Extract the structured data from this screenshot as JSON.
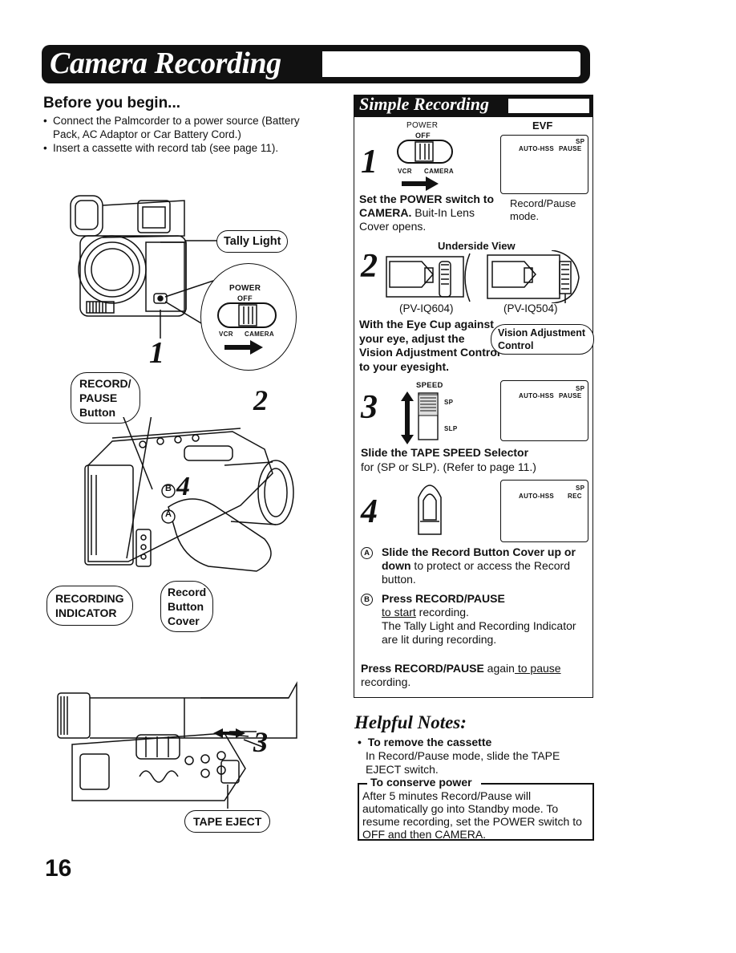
{
  "page": {
    "title": "Camera Recording",
    "number": "16"
  },
  "before": {
    "heading": "Before you begin...",
    "bullets": [
      "Connect the Palmcorder to a power source (Battery Pack, AC Adaptor or Car Battery Cord.)",
      "Insert a cassette with record tab (see page 11)."
    ]
  },
  "figure_top": {
    "tally_light": "Tally Light",
    "power": "POWER",
    "off": "OFF",
    "vcr": "VCR",
    "camera": "CAMERA",
    "step": "1"
  },
  "figure_mid": {
    "record_pause": [
      "RECORD/",
      "PAUSE",
      "Button"
    ],
    "step2": "2",
    "step4": "4",
    "label_b": "B",
    "label_a": "A",
    "recording_indicator": [
      "RECORDING",
      "INDICATOR"
    ],
    "record_cover": [
      "Record",
      "Button",
      "Cover"
    ]
  },
  "figure_bottom": {
    "tape_eject": "TAPE EJECT",
    "step3": "3"
  },
  "simple": {
    "title": "Simple Recording",
    "step1": {
      "num": "1",
      "power": "POWER",
      "off": "OFF",
      "vcr": "VCR",
      "camera": "CAMERA",
      "evf": "EVF",
      "evf_sp": "SP",
      "evf_auto": "AUTO-HSS",
      "evf_mode": "PAUSE",
      "instr_bold": "Set the POWER switch to CAMERA.",
      "instr_rest": " Buit-In Lens Cover opens.",
      "caption": "Record/Pause mode."
    },
    "step2": {
      "num": "2",
      "underside": "Underside View",
      "model_a": "(PV-IQ604)",
      "model_b": "(PV-IQ504)",
      "instr": "With the Eye Cup against your eye, adjust the Vision Adjustment Control to your eyesight.",
      "callout": [
        "Vision Adjustment",
        "Control"
      ]
    },
    "step3": {
      "num": "3",
      "speed": "SPEED",
      "sp": "SP",
      "slp": "SLP",
      "evf_sp": "SP",
      "evf_auto": "AUTO-HSS",
      "evf_mode": "PAUSE",
      "instr_bold": "Slide the TAPE SPEED Selector",
      "instr_rest": "for (SP or SLP). (Refer to page 11.)"
    },
    "step4": {
      "num": "4",
      "evf_sp": "SP",
      "evf_auto": "AUTO-HSS",
      "evf_mode": "REC",
      "a_letter": "A",
      "a_bold": "Slide the Record Button Cover up or down",
      "a_rest": " to protect or access the Record button.",
      "b_letter": "B",
      "b_bold": "Press RECORD/PAUSE",
      "b_underline": "to start",
      "b_rest1": " recording.",
      "b_rest2": "The Tally Light and Recording Indicator are lit during recording."
    },
    "footer_bold": "Press RECORD/PAUSE",
    "footer_again": " again",
    "footer_underline": " to pause",
    "footer_rest": "recording."
  },
  "notes": {
    "heading": "Helpful Notes:",
    "remove_heading": "To remove the cassette",
    "remove_text": "In Record/Pause mode, slide the TAPE EJECT switch.",
    "conserve_heading": "To conserve power",
    "conserve_text": "After 5 minutes Record/Pause will automatically go into Standby mode. To resume recording, set the POWER switch to OFF and then CAMERA."
  }
}
